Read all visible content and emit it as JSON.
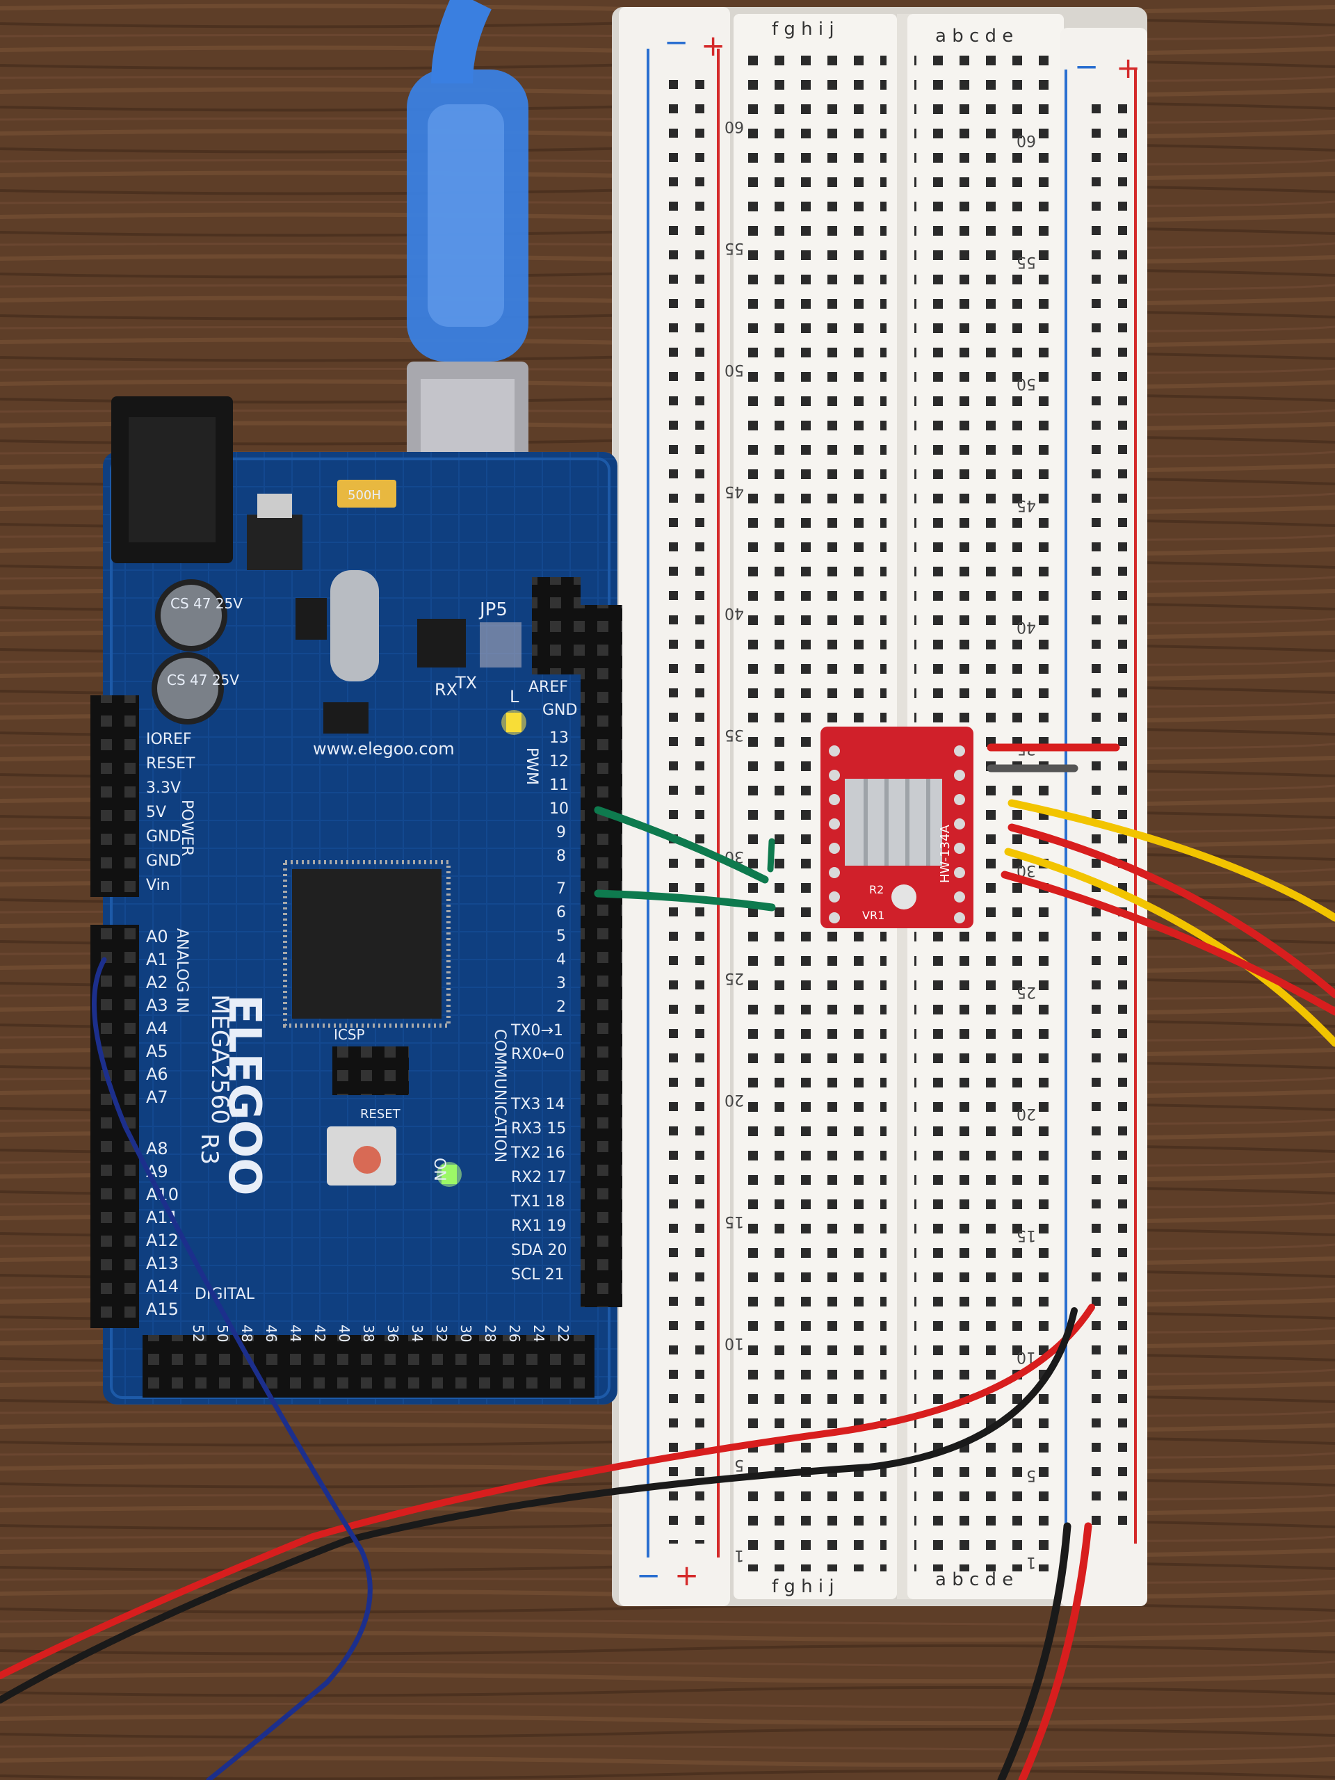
{
  "colors": {
    "wood": "#5a3b26",
    "wood_light": "#7a5335",
    "board_blue": "#0d3c7a",
    "breadboard": "#f4f2ee",
    "driver_red": "#d0202a",
    "wire_red": "#d81e1e",
    "wire_yellow": "#f2c400",
    "wire_green": "#0e7a4e",
    "wire_black": "#1a1a1a",
    "wire_blue": "#1c2f8c",
    "usb_blue": "#3a7fe0"
  },
  "arduino": {
    "brand": "ELEGOO",
    "model": "MEGA2560",
    "revision": "R3",
    "website": "www.elegoo.com",
    "cap_label_1": "CS 47 25V",
    "cap_label_2": "CS 47 25V",
    "icsp_label": "ICSP",
    "reset_label": "RESET",
    "jp5_label": "JP5",
    "tx_label": "TX",
    "rx_label": "RX",
    "l_label": "L",
    "on_label": "ON",
    "pwm_label": "PWM",
    "power_label": "POWER",
    "analog_in_label": "ANALOG IN",
    "communication_label": "COMMUNICATION",
    "digital_label": "DIGITAL",
    "fuse_label": "500H",
    "power_pins": [
      "IOREF",
      "RESET",
      "3.3V",
      "5V",
      "GND",
      "GND",
      "Vin"
    ],
    "analog_pins": [
      "A0",
      "A1",
      "A2",
      "A3",
      "A4",
      "A5",
      "A6",
      "A7",
      "A8",
      "A9",
      "A10",
      "A11",
      "A12",
      "A13",
      "A14",
      "A15"
    ],
    "pwm_pins": [
      "AREF",
      "GND",
      "13",
      "12",
      "11",
      "10",
      "9",
      "8",
      "7",
      "6",
      "5",
      "4",
      "3",
      "2",
      "TX0→1",
      "RX0←0"
    ],
    "comm_pins": [
      "TX3 14",
      "RX3 15",
      "TX2 16",
      "RX2 17",
      "TX1 18",
      "RX1 19",
      "SDA 20",
      "SCL 21"
    ],
    "digital_pins": [
      "52",
      "50",
      "48",
      "46",
      "44",
      "42",
      "40",
      "38",
      "36",
      "34",
      "32",
      "30",
      "28",
      "26",
      "24",
      "22"
    ]
  },
  "driver": {
    "model": "HW-134A",
    "vr_label": "VR1",
    "r_label": "R2"
  },
  "breadboard": {
    "rail_minus": "−",
    "rail_plus": "+",
    "row_numbers": [
      "60",
      "55",
      "50",
      "45",
      "40",
      "35",
      "30",
      "25",
      "20",
      "15",
      "10",
      "5",
      "1"
    ],
    "cols_left": "f g h i j",
    "cols_right": "a b c d e"
  }
}
